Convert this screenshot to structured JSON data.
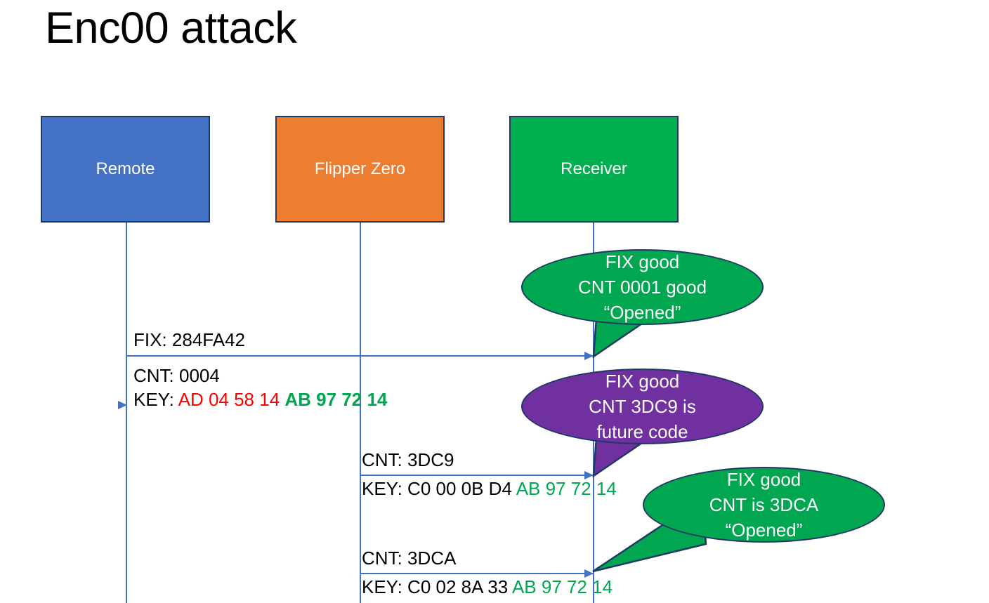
{
  "slide": {
    "title": "Enc00 attack"
  },
  "actors": [
    {
      "id": "remote",
      "label": "Remote",
      "color": "#4472C4"
    },
    {
      "id": "flipper",
      "label": "Flipper Zero",
      "color": "#ED7D31"
    },
    {
      "id": "receiver",
      "label": "Receiver",
      "color": "#00B050"
    }
  ],
  "messages": [
    {
      "id": "msg1",
      "from": "remote",
      "to": "receiver",
      "lines": [
        {
          "segments": [
            {
              "text": "FIX: 284FA42",
              "color": "#000000",
              "bold": false
            }
          ]
        }
      ]
    },
    {
      "id": "msg1b",
      "from": "remote",
      "to": "receiver",
      "lines": [
        {
          "segments": [
            {
              "text": "CNT: 0004",
              "color": "#000000",
              "bold": false
            }
          ]
        },
        {
          "segments": [
            {
              "text": "KEY: ",
              "color": "#000000",
              "bold": false
            },
            {
              "text": "AD 04 58 14 ",
              "color": "#FF0000",
              "bold": false
            },
            {
              "text": "AB 97 72 14",
              "color": "#00A650",
              "bold": true
            }
          ]
        }
      ]
    },
    {
      "id": "msg2",
      "from": "flipper",
      "to": "receiver",
      "lines": [
        {
          "segments": [
            {
              "text": "CNT: 3DC9",
              "color": "#000000",
              "bold": false
            }
          ]
        },
        {
          "segments": [
            {
              "text": "KEY: C0 00 0B D4 ",
              "color": "#000000",
              "bold": false
            },
            {
              "text": "AB 97 72 14",
              "color": "#00A650",
              "bold": false
            }
          ]
        }
      ]
    },
    {
      "id": "msg3",
      "from": "flipper",
      "to": "receiver",
      "lines": [
        {
          "segments": [
            {
              "text": "CNT: 3DCA",
              "color": "#000000",
              "bold": false
            }
          ]
        },
        {
          "segments": [
            {
              "text": "KEY: C0 02 8A 33 ",
              "color": "#000000",
              "bold": false
            },
            {
              "text": "AB 97 72 14",
              "color": "#00A650",
              "bold": false
            }
          ]
        }
      ]
    }
  ],
  "bubbles": [
    {
      "id": "bubble1",
      "color": "#00A650",
      "lines": [
        "FIX good",
        "CNT 0001 good",
        "“Opened”"
      ]
    },
    {
      "id": "bubble2",
      "color": "#7030A0",
      "lines": [
        "FIX good",
        "CNT 3DC9 is",
        "future code"
      ]
    },
    {
      "id": "bubble3",
      "color": "#00A650",
      "lines": [
        "FIX good",
        "CNT is 3DCA",
        "“Opened”"
      ]
    }
  ]
}
